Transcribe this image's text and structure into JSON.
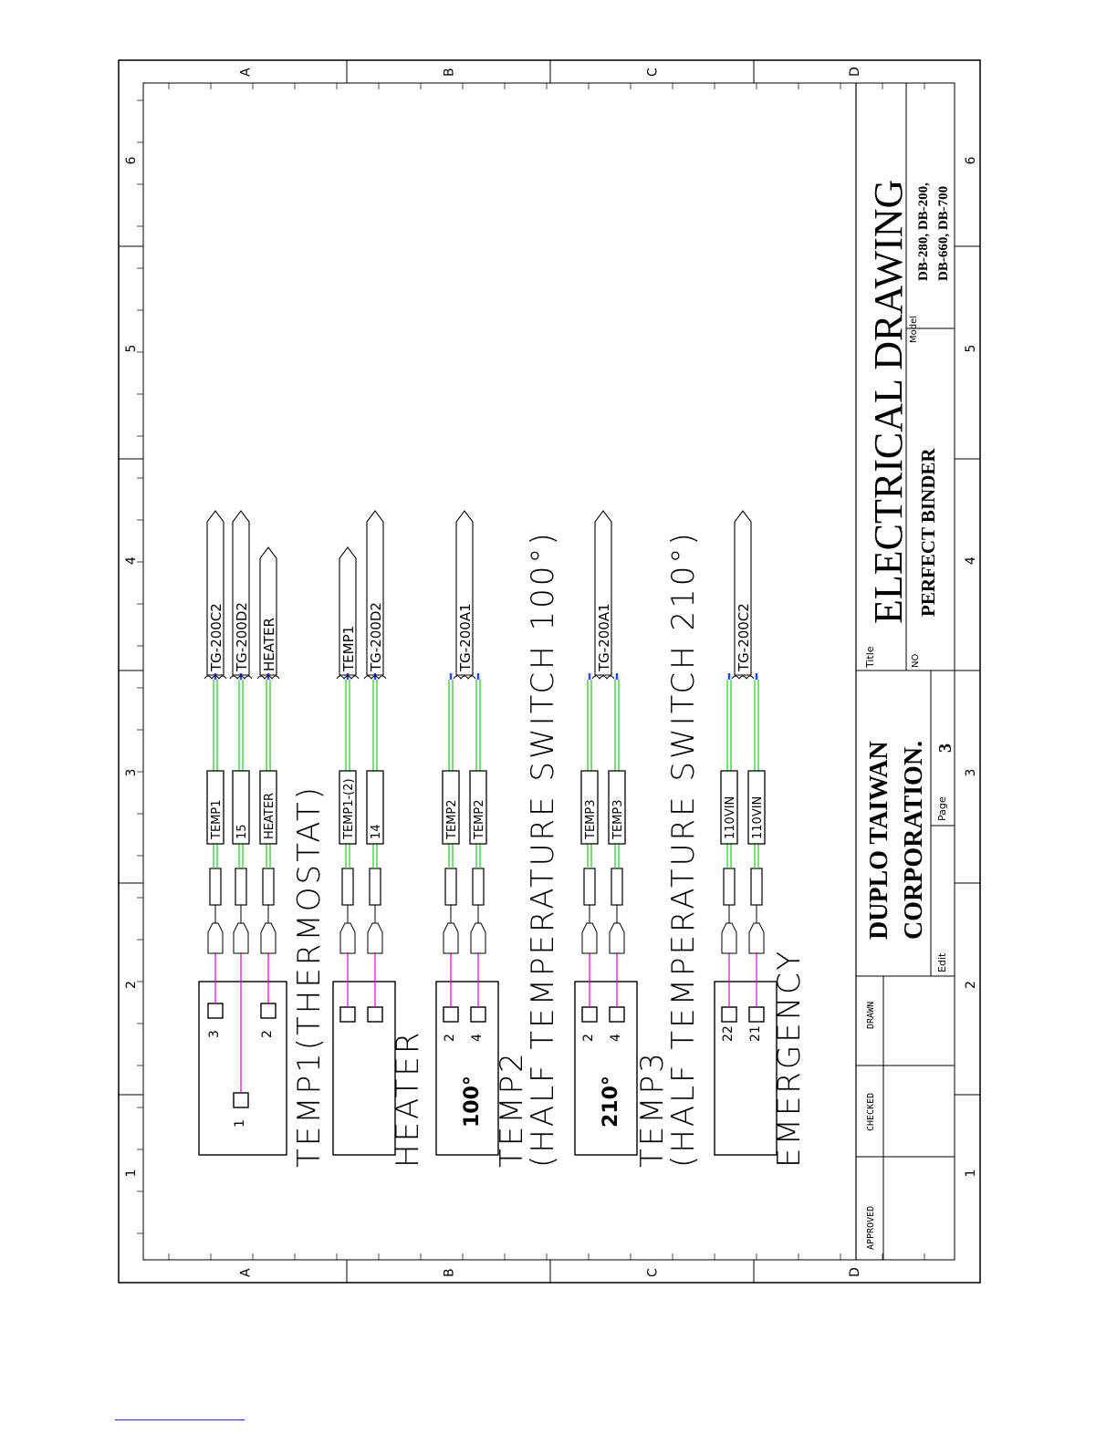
{
  "border": {
    "rows": [
      "A",
      "B",
      "C",
      "D"
    ],
    "cols": [
      "1",
      "2",
      "3",
      "4",
      "5",
      "6"
    ]
  },
  "title_block": {
    "title_label": "Title",
    "title": "ELECTRICAL DRAWING",
    "no_label": "NO",
    "subtitle": "PERFECT BINDER",
    "model_label": "Model",
    "model_line1": "DB-280, DB-200,",
    "model_line2": "DB-660, DB-700",
    "company_line1": "DUPLO TAIWAN",
    "company_line2": "CORPORATION.",
    "page_label": "Page",
    "page_number": "3",
    "edit_label": "Edit",
    "approved_label": "APPROVED",
    "checked_label": "CHECKED",
    "drawn_label": "DRAWN"
  },
  "components": [
    {
      "caption": "TEMP1(THERMOSTAT)",
      "caption2": "",
      "box_label": "",
      "pins": [
        "3",
        "1",
        "2"
      ],
      "wires": [
        "TEMP1",
        "15",
        "HEATER"
      ],
      "destinations": [
        "TG-200C2",
        "TG-200D2",
        "HEATER"
      ]
    },
    {
      "caption": "HEATER",
      "caption2": "",
      "box_label": "",
      "pins": [
        "",
        ""
      ],
      "wires": [
        "TEMP1-(2)",
        "14"
      ],
      "destinations": [
        "TEMP1",
        "TG-200D2"
      ]
    },
    {
      "caption": "TEMP2",
      "caption2": "(HALF TEMPERATURE SWITCH 100°)",
      "box_label": "100°",
      "pins": [
        "2",
        "4"
      ],
      "wires": [
        "TEMP2",
        "TEMP2"
      ],
      "destinations": [
        "TG-200A1"
      ]
    },
    {
      "caption": "TEMP3",
      "caption2": "(HALF TEMPERATURE SWITCH 210°)",
      "box_label": "210°",
      "pins": [
        "2",
        "4"
      ],
      "wires": [
        "TEMP3",
        "TEMP3"
      ],
      "destinations": [
        "TG-200A1"
      ]
    },
    {
      "caption": "EMERGENCY",
      "caption2": "",
      "box_label": "",
      "pins": [
        "22",
        "21"
      ],
      "wires": [
        "110VIN",
        "110VIN"
      ],
      "destinations": [
        "TG-200C2"
      ]
    }
  ]
}
